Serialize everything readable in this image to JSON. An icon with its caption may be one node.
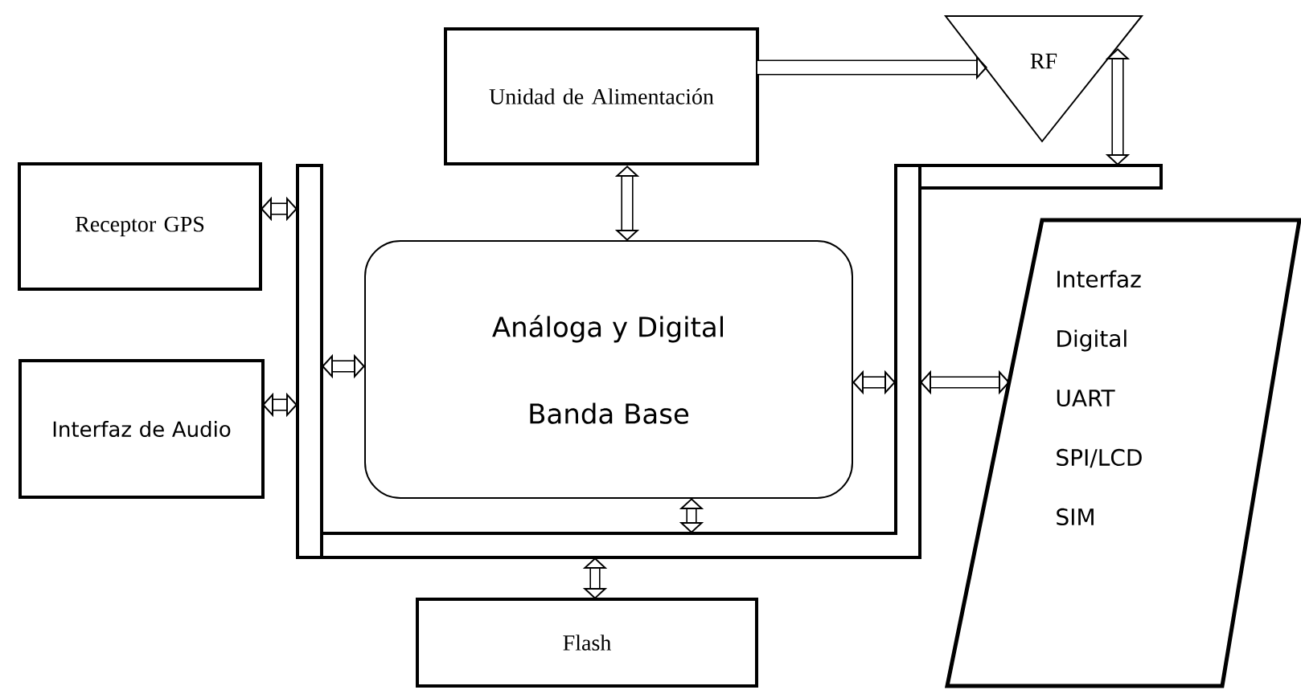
{
  "diagram": {
    "nodes": [
      {
        "text": [
          "Unidad de Alimentación"
        ]
      },
      {
        "text": [
          "RF"
        ]
      },
      {
        "text": [
          "Receptor GPS"
        ]
      },
      {
        "text": [
          "Interfaz de Audio"
        ]
      },
      {
        "text": [
          "Análoga y Digital",
          "Banda Base"
        ]
      },
      {
        "text": [
          "Flash"
        ]
      },
      {
        "text": [
          "Interfaz Digital",
          "UART",
          "SPI/LCD",
          "SIM"
        ]
      },
      {
        "text": [],
        "shape": "bar"
      }
    ],
    "edges": [
      {
        "from": 0,
        "to": 1,
        "arrow": "to"
      },
      {
        "from": 1,
        "to": 7,
        "arrow": "both"
      },
      {
        "from": 0,
        "to": 4,
        "arrow": "both"
      },
      {
        "from": 2,
        "to": 7,
        "arrow": "both"
      },
      {
        "from": 3,
        "to": 7,
        "arrow": "both"
      },
      {
        "from": 7,
        "to": 4,
        "arrow": "both"
      },
      {
        "from": 4,
        "to": 7,
        "arrow": "both"
      },
      {
        "from": 4,
        "to": 7,
        "arrow": "both"
      },
      {
        "from": 7,
        "to": 5,
        "arrow": "both"
      },
      {
        "from": 7,
        "to": 6,
        "arrow": "both"
      }
    ]
  }
}
